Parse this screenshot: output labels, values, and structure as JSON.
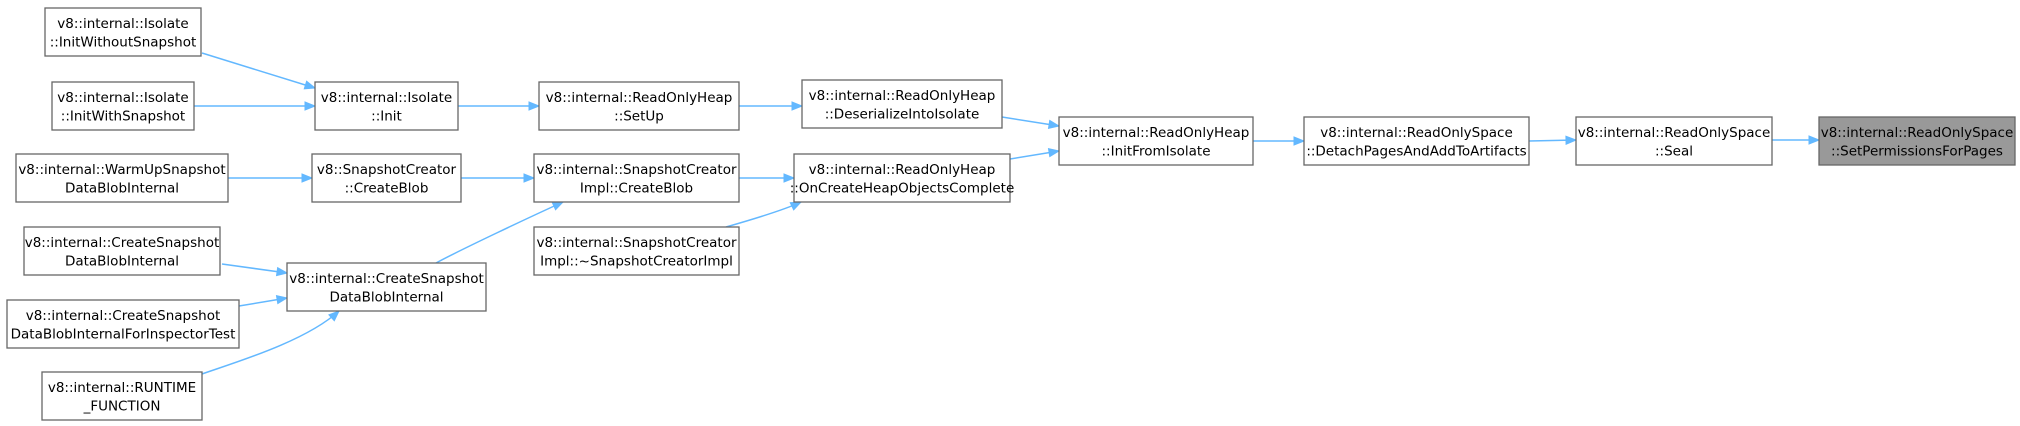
{
  "diagram": {
    "nodes": [
      {
        "id": "n_initwithout",
        "lines": [
          "v8::internal::Isolate",
          "::InitWithoutSnapshot"
        ]
      },
      {
        "id": "n_initwith",
        "lines": [
          "v8::internal::Isolate",
          "::InitWithSnapshot"
        ]
      },
      {
        "id": "n_warmup",
        "lines": [
          "v8::internal::WarmUpSnapshot",
          "DataBlobInternal"
        ]
      },
      {
        "id": "n_create1",
        "lines": [
          "v8::internal::CreateSnapshot",
          "DataBlobInternal"
        ]
      },
      {
        "id": "n_createinspector",
        "lines": [
          "v8::internal::CreateSnapshot",
          "DataBlobInternalForInspectorTest"
        ]
      },
      {
        "id": "n_runtime",
        "lines": [
          "v8::internal::RUNTIME",
          "_FUNCTION"
        ]
      },
      {
        "id": "n_isolateinit",
        "lines": [
          "v8::internal::Isolate",
          "::Init"
        ]
      },
      {
        "id": "n_sc_createblob",
        "lines": [
          "v8::SnapshotCreator",
          "::CreateBlob"
        ]
      },
      {
        "id": "n_create2",
        "lines": [
          "v8::internal::CreateSnapshot",
          "DataBlobInternal"
        ]
      },
      {
        "id": "n_roh_setup",
        "lines": [
          "v8::internal::ReadOnlyHeap",
          "::SetUp"
        ]
      },
      {
        "id": "n_sci_createblob",
        "lines": [
          "v8::internal::SnapshotCreator",
          "Impl::CreateBlob"
        ]
      },
      {
        "id": "n_sci_dtor",
        "lines": [
          "v8::internal::SnapshotCreator",
          "Impl::~SnapshotCreatorImpl"
        ]
      },
      {
        "id": "n_roh_deser",
        "lines": [
          "v8::internal::ReadOnlyHeap",
          "::DeserializeIntoIsolate"
        ]
      },
      {
        "id": "n_roh_oncreate",
        "lines": [
          "v8::internal::ReadOnlyHeap",
          "::OnCreateHeapObjectsComplete"
        ]
      },
      {
        "id": "n_roh_initfrom",
        "lines": [
          "v8::internal::ReadOnlyHeap",
          "::InitFromIsolate"
        ]
      },
      {
        "id": "n_ros_detach",
        "lines": [
          "v8::internal::ReadOnlySpace",
          "::DetachPagesAndAddToArtifacts"
        ]
      },
      {
        "id": "n_ros_seal",
        "lines": [
          "v8::internal::ReadOnlySpace",
          "::Seal"
        ]
      },
      {
        "id": "n_ros_setperm",
        "lines": [
          "v8::internal::ReadOnlySpace",
          "::SetPermissionsForPages"
        ],
        "highlight": true
      }
    ],
    "edges": [
      [
        "n_initwithout",
        "n_isolateinit"
      ],
      [
        "n_initwith",
        "n_isolateinit"
      ],
      [
        "n_warmup",
        "n_sc_createblob"
      ],
      [
        "n_create1",
        "n_create2"
      ],
      [
        "n_createinspector",
        "n_create2"
      ],
      [
        "n_runtime",
        "n_create2"
      ],
      [
        "n_isolateinit",
        "n_roh_setup"
      ],
      [
        "n_sc_createblob",
        "n_sci_createblob"
      ],
      [
        "n_create2",
        "n_sci_createblob"
      ],
      [
        "n_roh_setup",
        "n_roh_deser"
      ],
      [
        "n_sci_createblob",
        "n_roh_oncreate"
      ],
      [
        "n_sci_dtor",
        "n_roh_oncreate"
      ],
      [
        "n_roh_deser",
        "n_roh_initfrom"
      ],
      [
        "n_roh_oncreate",
        "n_roh_initfrom"
      ],
      [
        "n_roh_initfrom",
        "n_ros_detach"
      ],
      [
        "n_ros_detach",
        "n_ros_seal"
      ],
      [
        "n_ros_seal",
        "n_ros_setperm"
      ]
    ]
  },
  "colors": {
    "edge": "#63b8ff",
    "node_border": "#666666",
    "highlight_fill": "#999999"
  }
}
